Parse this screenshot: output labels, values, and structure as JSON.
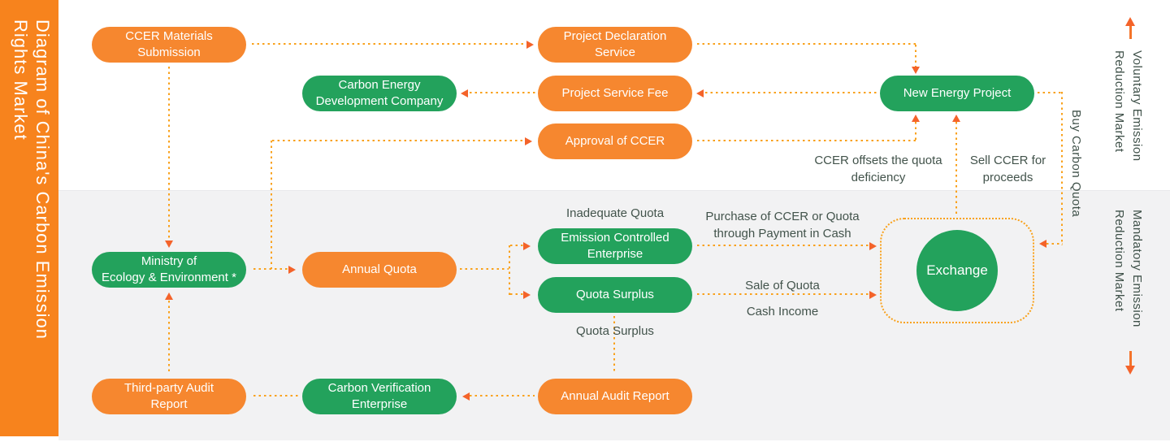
{
  "sidebar": {
    "title_line1": "Diagram of China's Carbon Emission",
    "title_line2": "Rights Market"
  },
  "nodes": {
    "ccer_materials": "CCER Materials\nSubmission",
    "project_declaration": "Project Declaration\nService",
    "carbon_energy": "Carbon Energy\nDevelopment Company",
    "project_service_fee": "Project Service Fee",
    "new_energy": "New Energy Project",
    "approval_ccer": "Approval of CCER",
    "ministry": "Ministry of\nEcology & Environment *",
    "annual_quota": "Annual Quota",
    "emission_controlled": "Emission Controlled\nEnterprise",
    "quota_surplus": "Quota Surplus",
    "third_party_audit": "Third-party Audit\nReport",
    "carbon_verification": "Carbon Verification\nEnterprise",
    "annual_audit": "Annual Audit Report",
    "exchange": "Exchange"
  },
  "annotations": {
    "inadequate_quota": "Inadequate Quota",
    "quota_surplus_label": "Quota Surplus",
    "purchase": "Purchase of CCER or Quota\nthrough Payment in Cash",
    "sale_of_quota": "Sale of Quota",
    "cash_income": "Cash Income",
    "ccer_offsets": "CCER offsets the quota\ndeficiency",
    "sell_ccer": "Sell CCER for\nproceeds",
    "buy_carbon_quota": "Buy Carbon Quota"
  },
  "side_labels": {
    "voluntary_line1": "Voluntary Emission",
    "voluntary_line2": "Reduction Market",
    "mandatory_line1": "Mandatory Emission",
    "mandatory_line2": "Reduction Market"
  },
  "colors": {
    "sidebar_orange": "#F7831D",
    "box_orange": "#F6872F",
    "box_green": "#23A25C",
    "dotted_line": "#F9A11B",
    "arrowhead": "#F4632A",
    "section_gray": "#F2F2F3",
    "text_dark": "#42534B"
  }
}
